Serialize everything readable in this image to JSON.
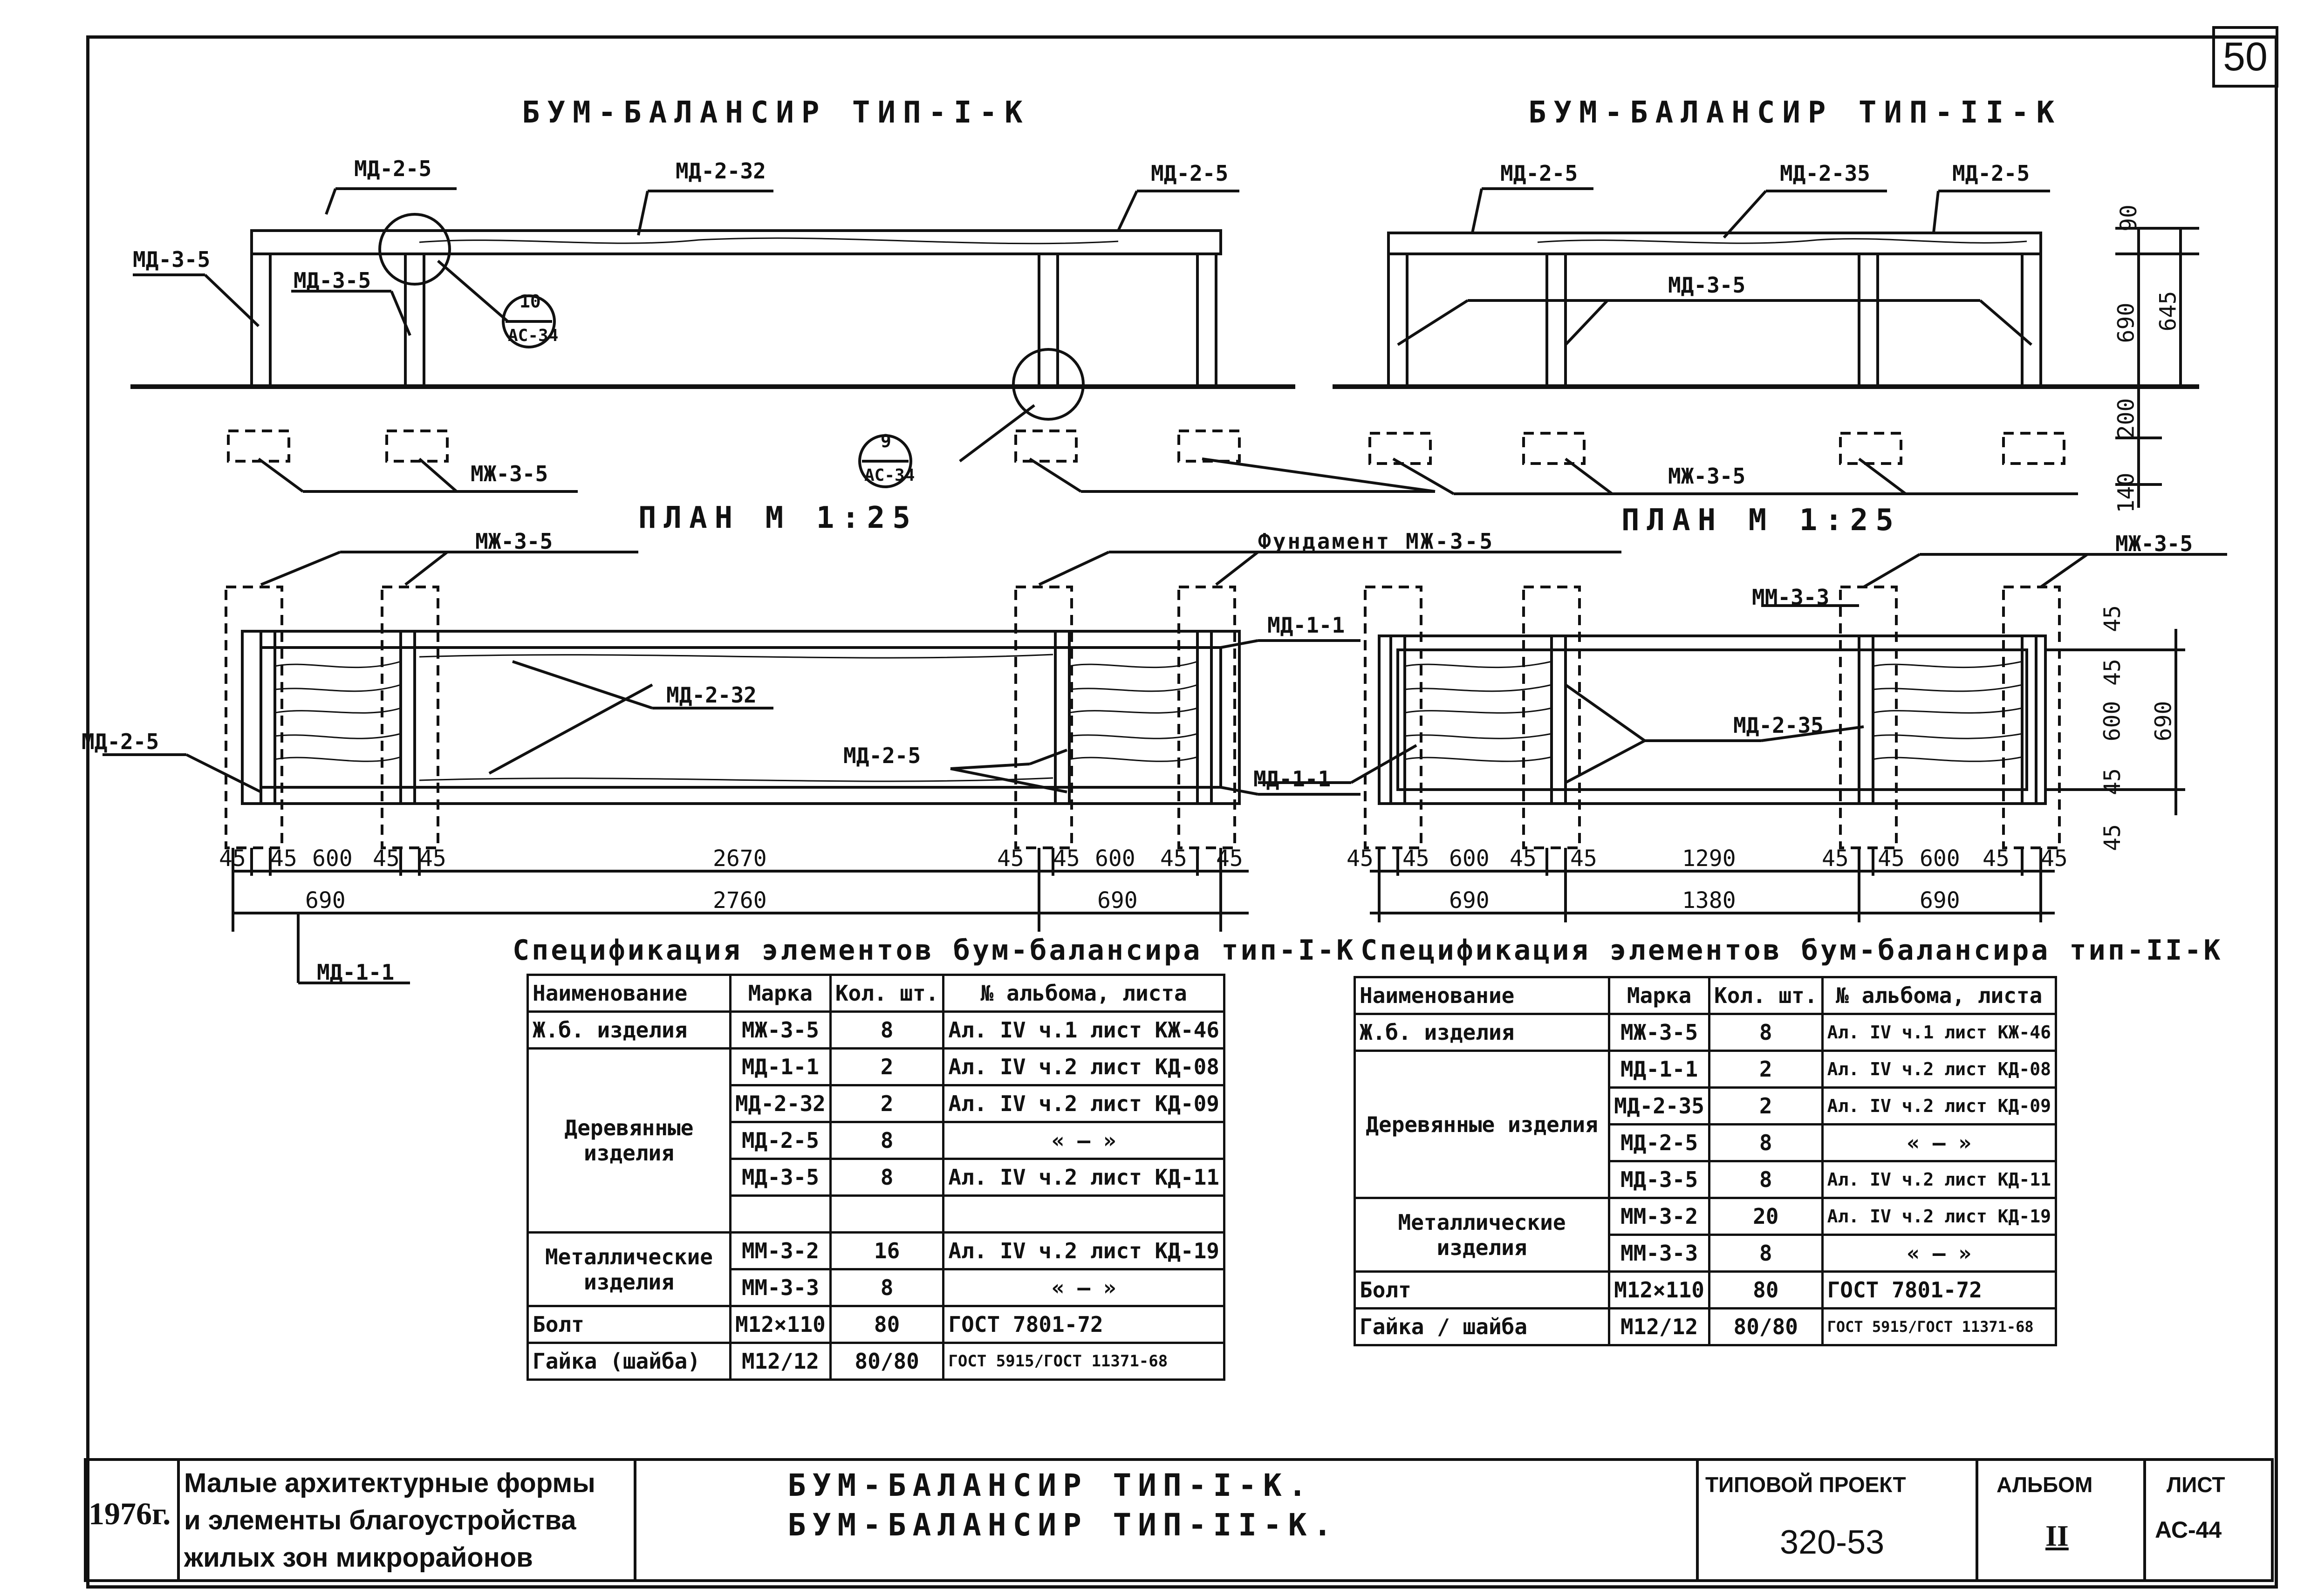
{
  "sheet_number": "50",
  "titles": {
    "type1": "БУМ-БАЛАНСИР ТИП-I-К",
    "type2": "БУМ-БАЛАНСИР ТИП-II-К",
    "plan1": "ПЛАН М 1:25",
    "plan2": "ПЛАН М 1:25"
  },
  "labels": {
    "md_2_5": "МД-2-5",
    "md_2_32": "МД-2-32",
    "md_2_35": "МД-2-35",
    "md_3_5": "МД-3-5",
    "md_1_1": "МД-1-1",
    "mzh_3_5": "МЖ-3-5",
    "mm_3_3": "ММ-3-3",
    "foundation": "Фундамент МЖ-3-5",
    "node10_top": "10",
    "node10_bottom": "АС-34",
    "node9_top": "9",
    "node9_bottom": "АС-34"
  },
  "dims": {
    "h90": "90",
    "h690": "690",
    "h645": "645",
    "h200": "200",
    "h140": "140",
    "p45": "45",
    "p600": "600",
    "p690": "690",
    "d2670": "2670",
    "d2760": "2760",
    "d1290": "1290",
    "d1380": "1380",
    "d600": "600",
    "d45": "45",
    "d690": "690"
  },
  "spec1": {
    "title": "Спецификация элементов бум-балансира тип-I-К",
    "headers": [
      "Наименование",
      "Марка",
      "Кол. шт.",
      "№ альбома, листа"
    ],
    "rows": [
      [
        "Ж.б. изделия",
        "МЖ-3-5",
        "8",
        "Ал. IV ч.1 лист КЖ-46"
      ],
      [
        "Деревянные изделия",
        "МД-1-1",
        "2",
        "Ал. IV ч.2 лист КД-08"
      ],
      [
        "",
        "МД-2-32",
        "2",
        "Ал. IV ч.2 лист КД-09"
      ],
      [
        "",
        "МД-2-5",
        "8",
        "« — »"
      ],
      [
        "",
        "МД-3-5",
        "8",
        "Ал. IV ч.2 лист КД-11"
      ],
      [
        "",
        "",
        "",
        ""
      ],
      [
        "Металлические изделия",
        "ММ-3-2",
        "16",
        "Ал. IV ч.2 лист КД-19"
      ],
      [
        "",
        "ММ-3-3",
        "8",
        "« — »"
      ],
      [
        "Болт",
        "М12×110",
        "80",
        "ГОСТ 7801-72"
      ],
      [
        "Гайка (шайба)",
        "М12/12",
        "80/80",
        "ГОСТ 5915/ГОСТ 11371-68"
      ]
    ]
  },
  "spec2": {
    "title": "Спецификация элементов бум-балансира тип-II-К",
    "headers": [
      "Наименование",
      "Марка",
      "Кол. шт.",
      "№ альбома, листа"
    ],
    "rows": [
      [
        "Ж.б. изделия",
        "МЖ-3-5",
        "8",
        "Ал. IV ч.1 лист КЖ-46"
      ],
      [
        "Деревянные изделия",
        "МД-1-1",
        "2",
        "Ал. IV ч.2 лист КД-08"
      ],
      [
        "",
        "МД-2-35",
        "2",
        "Ал. IV ч.2 лист КД-09"
      ],
      [
        "",
        "МД-2-5",
        "8",
        "« — »"
      ],
      [
        "",
        "МД-3-5",
        "8",
        "Ал. IV ч.2 лист КД-11"
      ],
      [
        "Металлические изделия",
        "ММ-3-2",
        "20",
        "Ал. IV ч.2 лист КД-19"
      ],
      [
        "",
        "ММ-3-3",
        "8",
        "« — »"
      ],
      [
        "Болт",
        "М12×110",
        "80",
        "ГОСТ 7801-72"
      ],
      [
        "Гайка / шайба",
        "М12/12",
        "80/80",
        "ГОСТ 5915/ГОСТ 11371-68"
      ]
    ]
  },
  "title_block": {
    "year": "1976г.",
    "description": [
      "Малые архитектурные формы",
      "и элементы благоустройства",
      "жилых зон микрорайонов"
    ],
    "name1": "БУМ-БАЛАНСИР ТИП-I-К.",
    "name2": "БУМ-БАЛАНСИР ТИП-II-К.",
    "project_label": "ТИПОВОЙ ПРОЕКТ",
    "project_value": "320-53",
    "album_label": "АЛЬБОМ",
    "album_value": "II",
    "sheet_label": "ЛИСТ",
    "sheet_value": "АС-44"
  }
}
